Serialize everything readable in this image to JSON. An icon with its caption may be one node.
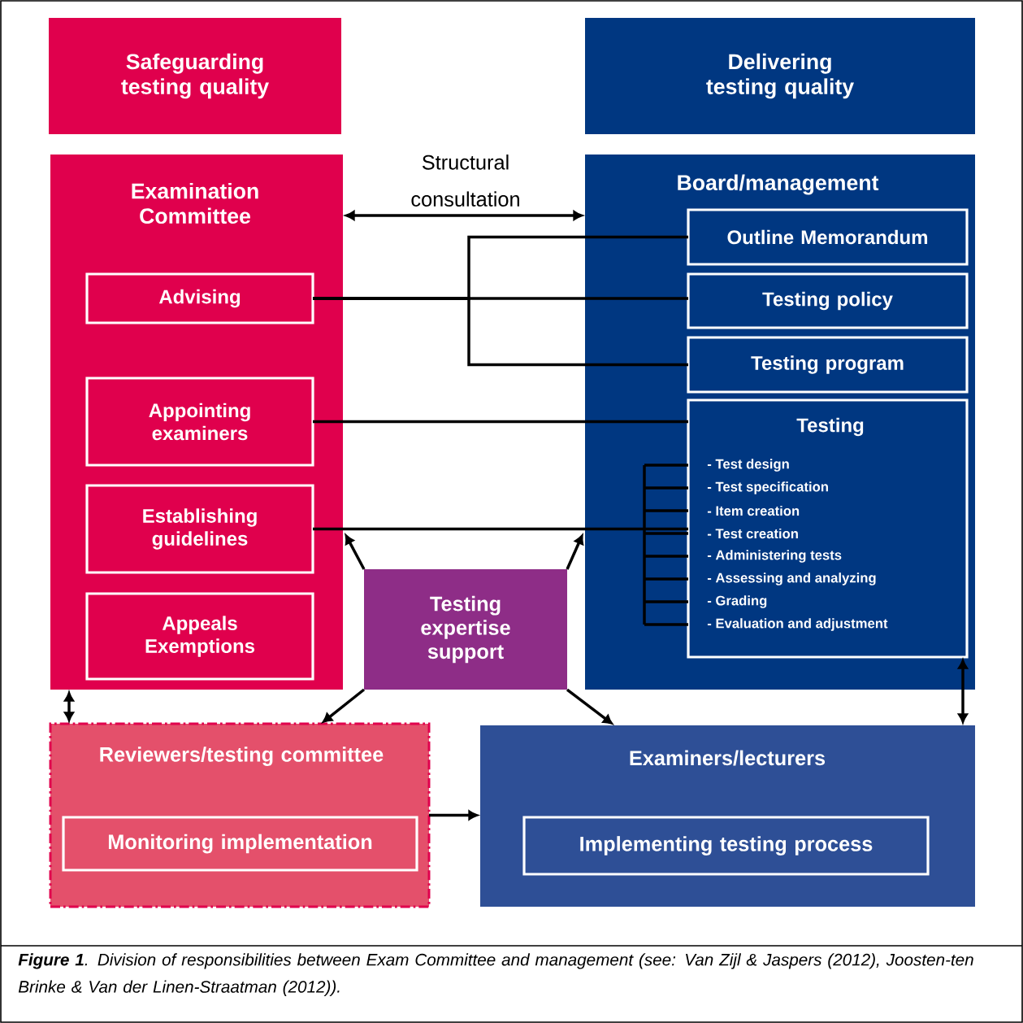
{
  "diagram": {
    "caption": "**Figure 1**. Division of responsibilities between Exam Committee and management (see: Van Zijl & Jaspers (2012), Joosten-ten Brinke & Van der Linen-Straatman (2012)).",
    "nodes": [
      {
        "text": [
          "Safeguarding testing quality"
        ]
      },
      {
        "text": [
          "Delivering testing quality"
        ]
      },
      {
        "text": [
          "Examination Committee"
        ]
      },
      {
        "text": [
          "Advising"
        ],
        "in": 2
      },
      {
        "text": [
          "Appointing examiners"
        ],
        "in": 2
      },
      {
        "text": [
          "Establishing guidelines"
        ],
        "in": 2
      },
      {
        "text": [
          "Appeals Exemptions"
        ],
        "in": 2
      },
      {
        "text": [
          "Board/management"
        ]
      },
      {
        "text": [
          "Outline Memorandum"
        ],
        "in": 7
      },
      {
        "text": [
          "Testing policy"
        ],
        "in": 7
      },
      {
        "text": [
          "Testing program"
        ],
        "in": 7
      },
      {
        "text": [
          "Testing",
          "- Test design",
          "- Test specification",
          "- Item creation",
          "- Test creation",
          "- Administering tests",
          "- Assessing and analyzing",
          "- Grading",
          "- Evaluation and adjustment"
        ],
        "in": 7
      },
      {
        "text": [
          "Testing expertise support"
        ]
      },
      {
        "text": [
          "Reviewers/testing committee"
        ]
      },
      {
        "text": [
          "Monitoring implementation"
        ],
        "in": 13
      },
      {
        "text": [
          "Examiners/lecturers"
        ]
      },
      {
        "text": [
          "Implementing testing process"
        ],
        "in": 15
      }
    ],
    "edges": [
      {
        "from": 2,
        "to": 7,
        "arrow": "both",
        "label": "Structural consultation"
      },
      {
        "from": 3,
        "to": 8,
        "arrow": "none"
      },
      {
        "from": 3,
        "to": 9,
        "arrow": "none"
      },
      {
        "from": 3,
        "to": 10,
        "arrow": "none"
      },
      {
        "from": 4,
        "to": 11,
        "arrow": "none"
      },
      {
        "from": 5,
        "to": 11,
        "arrow": "none"
      },
      {
        "from": 12,
        "to": 2,
        "arrow": "to"
      },
      {
        "from": 12,
        "to": 7,
        "arrow": "to"
      },
      {
        "from": 12,
        "to": 13,
        "arrow": "to"
      },
      {
        "from": 12,
        "to": 15,
        "arrow": "to"
      },
      {
        "from": 2,
        "to": 13,
        "arrow": "both"
      },
      {
        "from": 11,
        "to": 15,
        "arrow": "both"
      },
      {
        "from": 13,
        "to": 15,
        "arrow": "to"
      }
    ]
  }
}
